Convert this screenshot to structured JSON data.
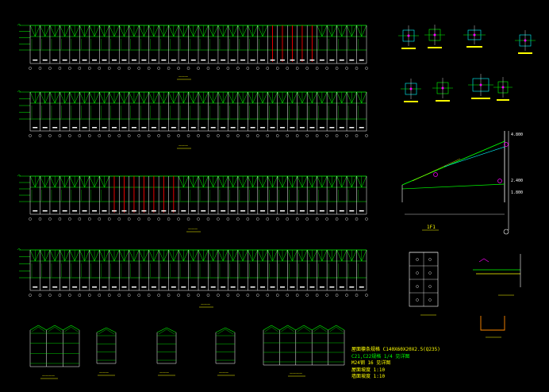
{
  "colors": {
    "background": "#000000",
    "frame": "#ffffff",
    "structure": "#00ff00",
    "column": "#ffffff",
    "highlight": "#ff0000",
    "dimension": "#00ffff",
    "text": "#ffff00",
    "detail": "#ff00ff",
    "rebar": "#ff8800"
  },
  "elevations": [
    {
      "bays": 34,
      "red_bays": [
        24,
        25,
        26,
        27,
        28
      ],
      "caption": "一一一"
    },
    {
      "bays": 34,
      "red_bays": [],
      "caption": "一一一"
    },
    {
      "bays": 34,
      "red_bays": [
        8,
        9,
        10,
        11,
        12,
        13,
        14
      ],
      "caption": "一一一"
    },
    {
      "bays": 34,
      "red_bays": [],
      "caption": "一一一"
    }
  ],
  "small_elevations": [
    {
      "bays": 3,
      "caption": "一一一一"
    },
    {
      "bays": 1,
      "caption": "一一一"
    },
    {
      "bays": 1,
      "caption": "一一一"
    },
    {
      "bays": 1,
      "caption": "一一一"
    },
    {
      "bays": 5,
      "caption": "一一一一"
    }
  ],
  "detail_caption": "1F1",
  "dimension_labels": [
    "4.800",
    "2.400",
    "1.800"
  ],
  "notes": [
    "屋面檩条规格 C140X60X20X2.5(Q235)",
    "C21,C22规格 1/4 见详图",
    "M24钢 16 见详图",
    "屋面坡度 1:10",
    "墙面坡度 1:10"
  ]
}
